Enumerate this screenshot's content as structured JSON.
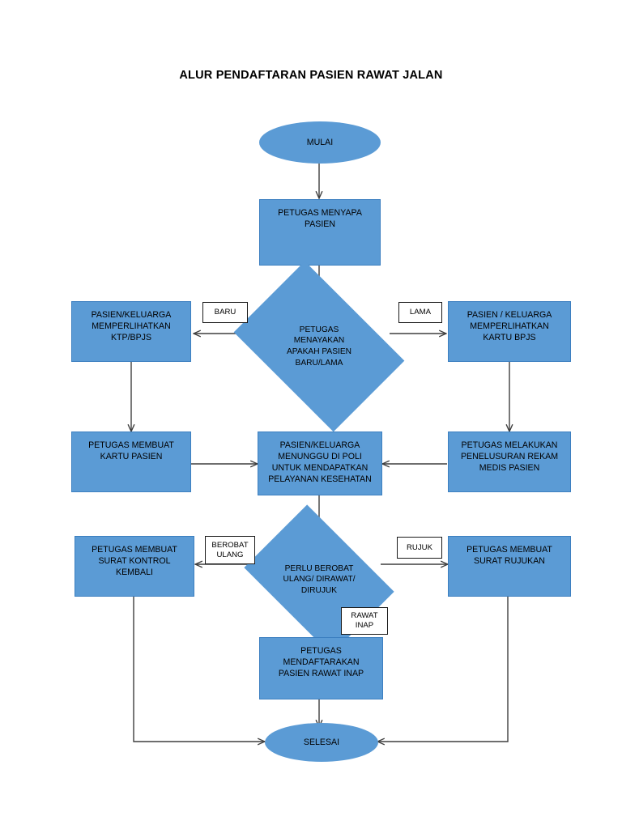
{
  "document": {
    "title": "ALUR PENDAFTARAN PASIEN RAWAT JALAN"
  },
  "theme": {
    "shape_fill": "#5B9BD5",
    "shape_border": "#3C7FC0",
    "connector": "#3f3f3f",
    "label_border": "#1a1a1a",
    "label_fill": "#ffffff",
    "text": "#000000",
    "page_background": "#ffffff"
  },
  "flowchart": {
    "type": "flowchart",
    "orientation": "top-to-bottom",
    "nodes": [
      {
        "id": "start",
        "shape": "ellipse",
        "label": "MULAI"
      },
      {
        "id": "greet",
        "shape": "rectangle",
        "label": "PETUGAS MENYAPA\nPASIEN"
      },
      {
        "id": "decide_new",
        "shape": "diamond",
        "label": "PETUGAS\nMENAYAKAN\nAPAKAH PASIEN\nBARU/LAMA"
      },
      {
        "id": "show_ktp",
        "shape": "rectangle",
        "label": "PASIEN/KELUARGA\nMEMPERLIHATKAN\nKTP/BPJS"
      },
      {
        "id": "show_bpjs",
        "shape": "rectangle",
        "label": "PASIEN / KELUARGA\nMEMPERLIHATKAN\nKARTU BPJS"
      },
      {
        "id": "make_card",
        "shape": "rectangle",
        "label": "PETUGAS MEMBUAT\nKARTU PASIEN"
      },
      {
        "id": "wait_poli",
        "shape": "rectangle",
        "label": "PASIEN/KELUARGA\nMENUNGGU DI POLI\nUNTUK MENDAPATKAN\nPELAYANAN KESEHATAN"
      },
      {
        "id": "find_record",
        "shape": "rectangle",
        "label": "PETUGAS MELAKUKAN\nPENELUSURAN REKAM\nMEDIS PASIEN"
      },
      {
        "id": "decide_next",
        "shape": "diamond",
        "label": "PERLU BEROBAT\nULANG/ DIRAWAT/\nDIRUJUK"
      },
      {
        "id": "control_note",
        "shape": "rectangle",
        "label": "PETUGAS MEMBUAT\nSURAT KONTROL\nKEMBALI"
      },
      {
        "id": "referral",
        "shape": "rectangle",
        "label": "PETUGAS MEMBUAT\nSURAT RUJUKAN"
      },
      {
        "id": "inpatient",
        "shape": "rectangle",
        "label": "PETUGAS\nMENDAFTARAKAN\nPASIEN RAWAT INAP"
      },
      {
        "id": "end",
        "shape": "ellipse",
        "label": "SELESAI"
      }
    ],
    "branch_labels": [
      {
        "id": "label_baru",
        "text": "BARU"
      },
      {
        "id": "label_lama",
        "text": "LAMA"
      },
      {
        "id": "label_berobat",
        "text": "BEROBAT\nULANG"
      },
      {
        "id": "label_rujuk",
        "text": "RUJUK"
      },
      {
        "id": "label_rawat_inap",
        "text": "RAWAT\nINAP"
      }
    ],
    "edges": [
      {
        "from": "start",
        "to": "greet",
        "label": ""
      },
      {
        "from": "greet",
        "to": "decide_new",
        "label": ""
      },
      {
        "from": "decide_new",
        "to": "show_ktp",
        "label": "BARU"
      },
      {
        "from": "decide_new",
        "to": "show_bpjs",
        "label": "LAMA"
      },
      {
        "from": "show_ktp",
        "to": "make_card",
        "label": ""
      },
      {
        "from": "show_bpjs",
        "to": "find_record",
        "label": ""
      },
      {
        "from": "make_card",
        "to": "wait_poli",
        "label": ""
      },
      {
        "from": "find_record",
        "to": "wait_poli",
        "label": ""
      },
      {
        "from": "wait_poli",
        "to": "decide_next",
        "label": ""
      },
      {
        "from": "decide_next",
        "to": "control_note",
        "label": "BEROBAT ULANG"
      },
      {
        "from": "decide_next",
        "to": "referral",
        "label": "RUJUK"
      },
      {
        "from": "decide_next",
        "to": "inpatient",
        "label": "RAWAT INAP"
      },
      {
        "from": "inpatient",
        "to": "end",
        "label": ""
      },
      {
        "from": "control_note",
        "to": "end",
        "label": ""
      },
      {
        "from": "referral",
        "to": "end",
        "label": ""
      }
    ]
  }
}
